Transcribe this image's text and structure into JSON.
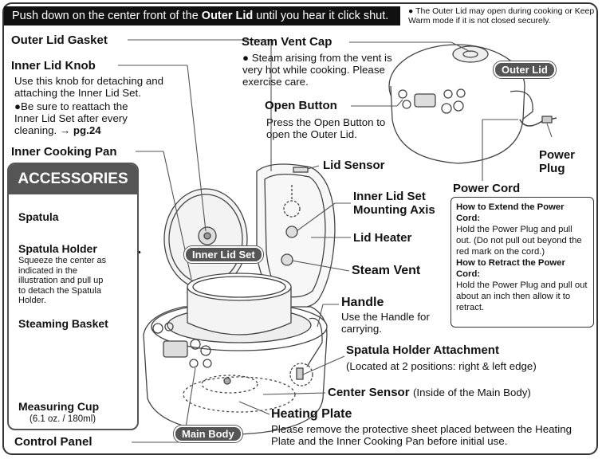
{
  "banner": {
    "prefix": "Push down on the center front of the ",
    "bold": "Outer Lid",
    "suffix": " until you hear it click shut."
  },
  "top_note": "The Outer Lid may open during cooking or Keep Warm mode if it is not closed securely.",
  "parts": {
    "outer_lid_gasket": "Outer Lid Gasket",
    "inner_lid_knob": "Inner Lid Knob",
    "inner_lid_knob_desc": "Use this knob for detaching and attaching the Inner Lid Set.",
    "inner_lid_knob_note": "Be sure to reattach the Inner Lid Set after every cleaning.",
    "inner_lid_knob_ref": "→ pg.24",
    "inner_cooking_pan": "Inner Cooking Pan",
    "steam_vent_cap": "Steam Vent Cap",
    "steam_vent_cap_note": "Steam arising from the vent is very hot while cooking. Please exercise care.",
    "open_button": "Open Button",
    "open_button_desc": "Press the Open Button to open the Outer Lid.",
    "lid_sensor": "Lid Sensor",
    "inner_lid_set_axis": "Inner Lid Set Mounting Axis",
    "lid_heater": "Lid Heater",
    "steam_vent": "Steam Vent",
    "handle": "Handle",
    "handle_desc": "Use the Handle for carrying.",
    "spatula_holder_attachment": "Spatula Holder Attachment",
    "spatula_holder_attachment_desc": "(Located at 2 positions: right & left edge)",
    "center_sensor": "Center Sensor",
    "center_sensor_desc": "(Inside of the Main Body)",
    "heating_plate": "Heating Plate",
    "heating_plate_desc": "Please remove the protective sheet placed between the Heating Plate and the Inner Cooking Pan before initial use.",
    "control_panel": "Control Panel",
    "power_plug": "Power Plug",
    "power_cord": "Power Cord"
  },
  "badges": {
    "outer_lid": "Outer Lid",
    "inner_lid_set": "Inner Lid Set",
    "main_body": "Main Body"
  },
  "accessories": {
    "title": "ACCESSORIES",
    "spatula": "Spatula",
    "spatula_holder": "Spatula Holder",
    "spatula_holder_desc": "Squeeze the center as indicated in the illustration and pull up to detach the Spatula Holder.",
    "steaming_basket": "Steaming Basket",
    "measuring_cup": "Measuring Cup",
    "measuring_cup_desc": "(6.1 oz. / 180ml)"
  },
  "power_cord_box": {
    "extend_title": "How to Extend the Power Cord:",
    "extend_desc": "Hold the Power Plug and pull out. (Do not pull out beyond the red mark on the cord.)",
    "retract_title": "How to Retract the Power Cord:",
    "retract_desc": "Hold the Power Plug and pull out about an inch then allow it to retract."
  }
}
